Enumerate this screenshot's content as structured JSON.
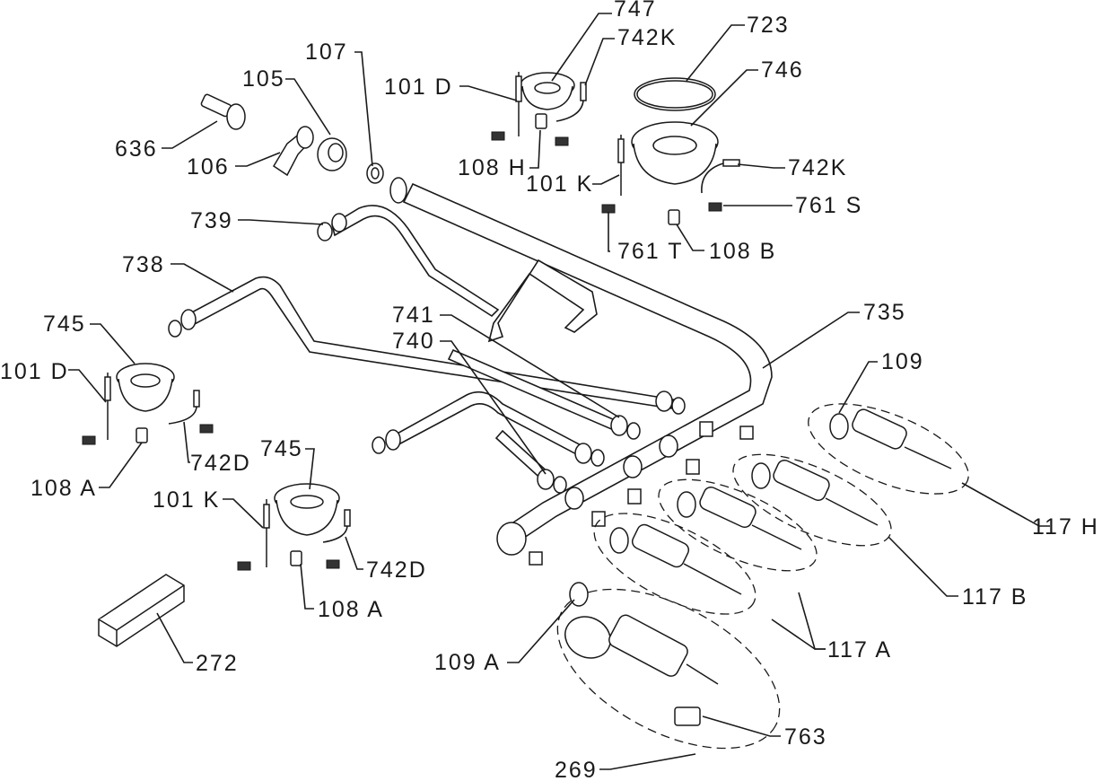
{
  "labels": {
    "l747": "747",
    "l742k_top": "742K",
    "l723": "723",
    "l107": "107",
    "l105": "105",
    "l101d_top": "101 D",
    "l746": "746",
    "l636": "636",
    "l106": "106",
    "l108h": "108 H",
    "l742k_right": "742K",
    "l101k_top": "101 K",
    "l761s": "761 S",
    "l739": "739",
    "l761t": "761 T",
    "l108b": "108 B",
    "l738": "738",
    "l735": "735",
    "l741": "741",
    "l740": "740",
    "l745_left": "745",
    "l109": "109",
    "l101d_left": "101 D",
    "l742d_left": "742D",
    "l745_mid": "745",
    "l108a_left": "108 A",
    "l101k_left": "101 K",
    "l117h": "117 H",
    "l742d_mid": "742D",
    "l117b": "117 B",
    "l108a_mid": "108 A",
    "l272": "272",
    "l109a": "109 A",
    "l117a": "117 A",
    "l763": "763",
    "l269": "269"
  }
}
